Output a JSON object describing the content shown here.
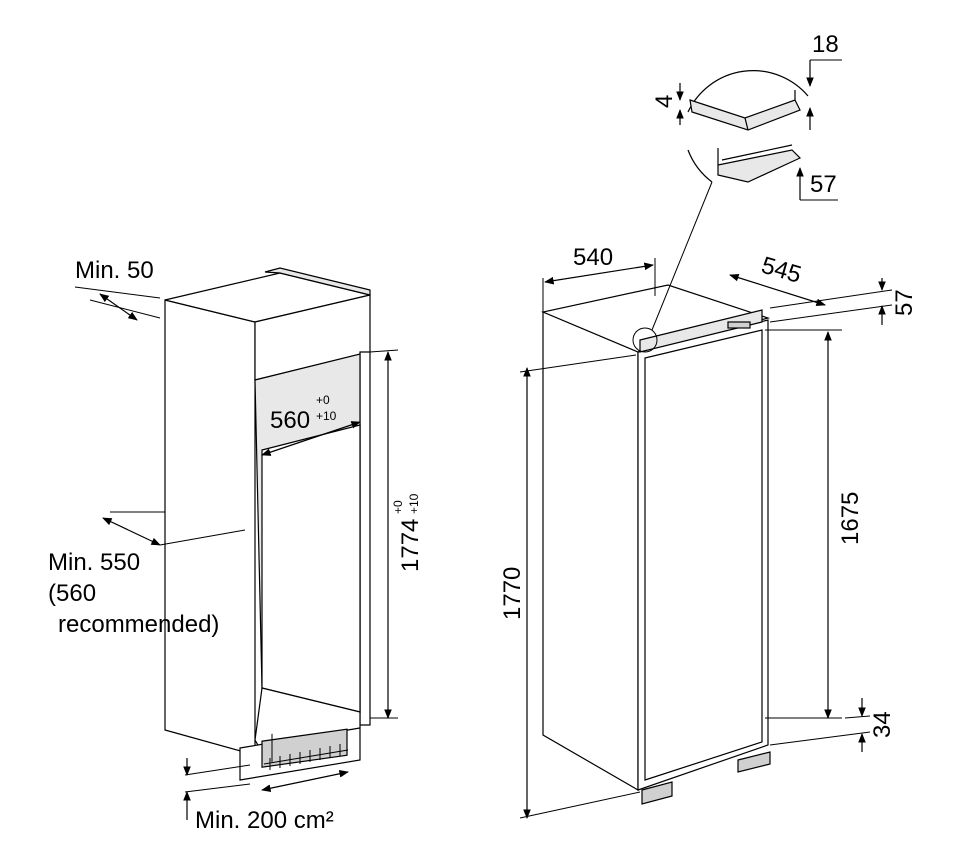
{
  "cabinet": {
    "min_top_gap": "Min. 50",
    "niche_width": "560",
    "niche_width_tol_upper": "+0",
    "niche_width_tol_lower": "+10",
    "niche_height": "1774",
    "niche_height_tol_upper": "+0",
    "niche_height_tol_lower": "+10",
    "min_depth_line1": "Min. 550",
    "min_depth_line2": "(560",
    "min_depth_line3": "recommended)",
    "vent_area": "Min. 200 cm²"
  },
  "appliance": {
    "width": "540",
    "depth": "545",
    "top_height": "57",
    "height": "1770",
    "door_height": "1675",
    "base_height": "34"
  },
  "detail": {
    "dim_top": "18",
    "dim_left": "4",
    "dim_bottom": "57"
  }
}
